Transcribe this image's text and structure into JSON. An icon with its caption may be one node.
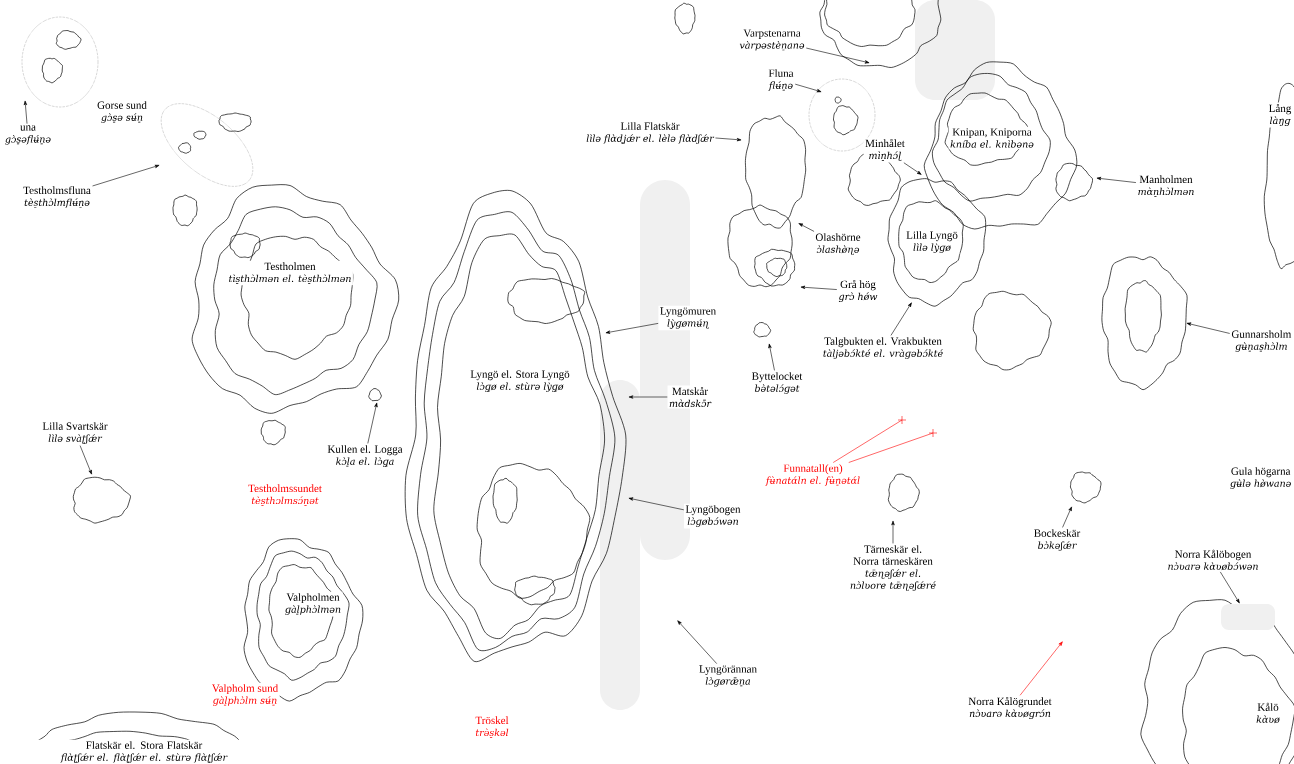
{
  "diagram": {
    "nodes": [
      {
        "text": [
          "una",
          "gɔ̀s̠əflʉ́n̠ə"
        ]
      },
      {
        "text": [
          "Gorse sund",
          "gɔ̀s̠ə sʉ́n̠"
        ]
      },
      {
        "text": [
          "Testholmsfluna",
          "tès̠thɔ̀lmflʉ́n̠ə"
        ]
      },
      {
        "text": [
          "Testholmen",
          "tìs̠thɔ̀lmən el. tès̠thɔ̀lmən"
        ]
      },
      {
        "text": [
          "Lilla Svartskär",
          "lìlə svàʈʃǽr"
        ]
      },
      {
        "text": [
          "Kullen el. Logga",
          "kɔ̀l̠a el. lɔ̀ɡ̠a"
        ]
      },
      {
        "text": [
          "Testholmssundet",
          "tès̠thɔlmsɔ́n̠ət"
        ]
      },
      {
        "text": [
          "Valpholmen",
          "ɡàl̠phɔ̀lmən"
        ]
      },
      {
        "text": [
          "Valpholm sund",
          "ɡàl̠phɔ̀lm sʉ́n̠"
        ]
      },
      {
        "text": [
          "Flatskär el. Stora Flatskär",
          "flɑ̀ʈʃǽr el. flɑ̀ʈʃǽr el. stùrə flɑ̀ʈʃǽr"
        ]
      },
      {
        "text": [
          "Lyngö el. Stora Lyngö",
          "lɔ̀ɡ̠ø el. stùrə lỳɡ̠ø"
        ]
      },
      {
        "text": [
          "Tröskel",
          "trə̀s̠kəl"
        ]
      },
      {
        "text": [
          "Lyngömuren",
          "lỳɡømʉ́ɳ"
        ]
      },
      {
        "text": [
          "Matskår",
          "mɑ̀dskɔ̄r"
        ]
      },
      {
        "text": [
          "Lyngöbogen",
          "lɔ̀ɡøbɔ́wən"
        ]
      },
      {
        "text": [
          "Lyngörännan",
          "lɔ̀ɡørǣn̠a"
        ]
      },
      {
        "text": [
          "Lilla Flatskär",
          "lìlə flɑ̀dʝǽr el. lèlə flɑ̀dʃǽr"
        ]
      },
      {
        "text": [
          "Varpstenarna",
          "vàrpəstèn̠anə"
        ]
      },
      {
        "text": [
          "Fluna",
          "flʉ́n̠ə"
        ]
      },
      {
        "text": [
          "Knipan, Kniporna",
          "kníba el. knìbənə"
        ]
      },
      {
        "text": [
          "Minhålet",
          "mìn̠hɔ́ɭ"
        ]
      },
      {
        "text": [
          "Lilla Lyngö",
          "lìlə lỳɡø"
        ]
      },
      {
        "text": [
          "Olashörne",
          "ɔ̀lashø̀ɳə"
        ]
      },
      {
        "text": [
          "Grå hög",
          "grɔ̀ hǿw"
        ]
      },
      {
        "text": [
          "Talgbukten el. Vrakbukten",
          "tàljəbɔ́kté el. vràɡəbɔ́kté"
        ]
      },
      {
        "text": [
          "Byttelocket",
          "bə̀təlɔ́ɡət"
        ]
      },
      {
        "text": [
          "Manholmen",
          "mɑ̀n̠hɔ̀lmən"
        ]
      },
      {
        "text": [
          "Lång",
          "làŋɡ"
        ]
      },
      {
        "text": [
          "Gunnarsholm",
          "ɡʉ̀n̠as̠hɔ̀lm"
        ]
      },
      {
        "text": [
          "Funnatall(en)",
          "fʉ̀natɑ́ln el. fʉ̀n̠ətɑ́l"
        ]
      },
      {
        "text": [
          "Tärneskär el. Norra tärneskären",
          "tǣɳəʃǽr el. nɔ̀lʋore tǣɳəʃǽré"
        ]
      },
      {
        "text": [
          "Bockeskär",
          "bɔ̀kəʃǽr"
        ]
      },
      {
        "text": [
          "Gula högarna",
          "ɡʉ̀lə hø̀wanə"
        ]
      },
      {
        "text": [
          "Norra Kålöbogen",
          "nɔ̀ʋarə kɑ̀ʋøbɔ́wən"
        ]
      },
      {
        "text": [
          "Norra Kålögrundet",
          "nɔ̀ʋarə kɑ̀ʋøɡrɔ́n"
        ]
      },
      {
        "text": [
          "Kålö",
          "kɑ̀ʋø"
        ]
      },
      {
        "text": [],
        "shape": "box"
      }
    ],
    "edges": [
      {
        "from": 0,
        "to": null,
        "arrow": "to"
      },
      {
        "from": 2,
        "to": null,
        "arrow": "to"
      },
      {
        "from": 4,
        "to": null,
        "arrow": "to"
      },
      {
        "from": 5,
        "to": null,
        "arrow": "to"
      },
      {
        "from": 12,
        "to": null,
        "arrow": "to"
      },
      {
        "from": 13,
        "to": null,
        "arrow": "to"
      },
      {
        "from": 14,
        "to": null,
        "arrow": "to"
      },
      {
        "from": 15,
        "to": null,
        "arrow": "to"
      },
      {
        "from": 16,
        "to": null,
        "arrow": "to"
      },
      {
        "from": 17,
        "to": null,
        "arrow": "to"
      },
      {
        "from": 18,
        "to": null,
        "arrow": "to"
      },
      {
        "from": 20,
        "to": null,
        "arrow": "to"
      },
      {
        "from": 22,
        "to": null,
        "arrow": "to"
      },
      {
        "from": 23,
        "to": null,
        "arrow": "to"
      },
      {
        "from": 24,
        "to": null,
        "arrow": "to"
      },
      {
        "from": 25,
        "to": null,
        "arrow": "to"
      },
      {
        "from": 26,
        "to": null,
        "arrow": "to"
      },
      {
        "from": 28,
        "to": null,
        "arrow": "to"
      },
      {
        "from": 29,
        "to": null,
        "arrow": "none",
        "color": "#ff0000"
      },
      {
        "from": 29,
        "to": null,
        "arrow": "none",
        "color": "#ff0000"
      },
      {
        "from": 30,
        "to": null,
        "arrow": "to"
      },
      {
        "from": 31,
        "to": null,
        "arrow": "to"
      },
      {
        "from": 33,
        "to": 36,
        "arrow": "to"
      },
      {
        "from": 34,
        "to": null,
        "arrow": "to",
        "color": "#ff0000"
      }
    ]
  }
}
